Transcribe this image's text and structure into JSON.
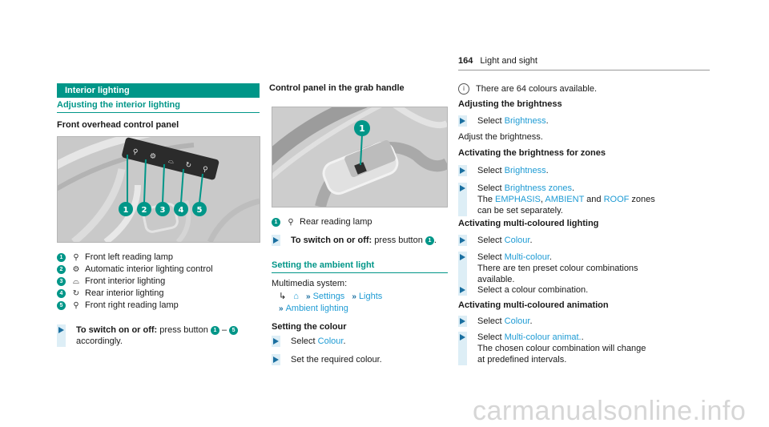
{
  "header": {
    "page_number": "164",
    "title": "Light and sight"
  },
  "left": {
    "section_title": "Interior lighting",
    "subsection_title": "Adjusting the interior lighting",
    "panel_title": "Front overhead control panel",
    "legend": [
      {
        "num": "1",
        "icon": "reading-lamp-icon",
        "glyph": "⚲",
        "label": "Front left reading lamp"
      },
      {
        "num": "2",
        "icon": "auto-interior-light-icon",
        "glyph": "⚙",
        "label": "Automatic interior lighting control"
      },
      {
        "num": "3",
        "icon": "front-interior-light-icon",
        "glyph": "⌓",
        "label": "Front interior lighting"
      },
      {
        "num": "4",
        "icon": "rear-interior-light-icon",
        "glyph": "↻",
        "label": "Rear interior lighting"
      },
      {
        "num": "5",
        "icon": "reading-lamp-icon",
        "glyph": "⚲",
        "label": "Front right reading lamp"
      }
    ],
    "step_bold": "To switch on or off:",
    "step_rest_a": " press button ",
    "step_num_a": "1",
    "step_dash": " – ",
    "step_num_b": "5",
    "step_line2": "accordingly."
  },
  "middle": {
    "panel_title": "Control panel in the grab handle",
    "legend_num": "1",
    "legend_glyph": "⚲",
    "legend_label": "Rear reading lamp",
    "step_bold": "To switch on or off:",
    "step_rest": " press button ",
    "step_num": "1",
    "step_end": ".",
    "ambient_title": "Setting the ambient light",
    "multimedia_label": "Multimedia system:",
    "path_arrow": "↳",
    "path_home": "⌂",
    "path_sep": "»",
    "path": [
      "Settings",
      "Lights",
      "Ambient lighting"
    ],
    "colour_heading": "Setting the colour",
    "select_word": "Select ",
    "colour_link": "Colour",
    "period": ".",
    "set_colour": "Set the required colour."
  },
  "right": {
    "note": "There are 64 colours available.",
    "brightness_heading": "Adjusting the brightness",
    "select_word": "Select ",
    "brightness_link": "Brightness",
    "period": ".",
    "adjust_text": "Adjust the brightness.",
    "zones_heading": "Activating the brightness for zones",
    "zones_link": "Brightness zones",
    "zones_the": "The ",
    "zone_names": [
      "EMPHASIS",
      "AMBIENT",
      "ROOF"
    ],
    "comma": ", ",
    "and_word": " and ",
    "zones_word": " zones",
    "zones_line2": "can be set separately.",
    "multi_heading": "Activating multi-coloured lighting",
    "colour_link": "Colour",
    "multi_link": "Multi-colour",
    "multi_line1": "There are ten preset colour combinations",
    "multi_line2": "available.",
    "select_combo": "Select a colour combination.",
    "anim_heading": "Activating multi-coloured animation",
    "anim_link": "Multi-colour animat.",
    "anim_line1": "The chosen colour combination will change",
    "anim_line2": "at predefined intervals."
  },
  "watermark": "carmanualsonline.info",
  "colors": {
    "teal": "#009688",
    "link": "#1e9bd4",
    "step_bar": "#ddeef6"
  }
}
